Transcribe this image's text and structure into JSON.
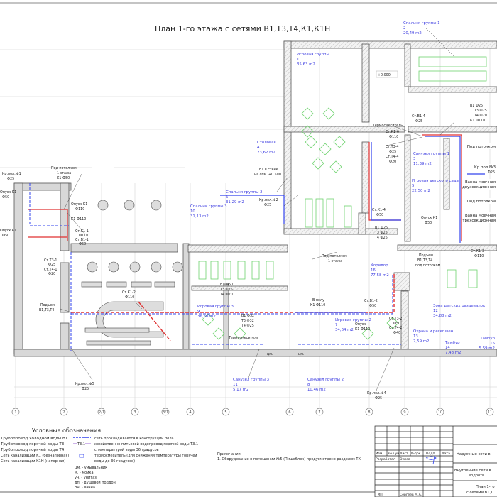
{
  "drawing": {
    "title": "План 1-го этажа с сетями В1,Т3,Т4,К1,К1Н",
    "level_mark": "+0.000"
  },
  "rooms": [
    {
      "name": "Игровая группы 1",
      "number": "1",
      "area": "35,63 m2"
    },
    {
      "name": "Спальня группы 1",
      "number": "2",
      "area": "20,49 m2"
    },
    {
      "name": "Санузел группы 1",
      "number": "3",
      "area": "11,39 m2"
    },
    {
      "name": "Столовая",
      "number": "4",
      "area": "23,62 m2"
    },
    {
      "name": "Игровая детского сада",
      "number": "5",
      "area": "22,50 m2"
    },
    {
      "name": "Спальня группы 2",
      "number": "6",
      "area": "31,29 m2"
    },
    {
      "name": "Игровая группы 2",
      "number": "7",
      "area": "34,64 m2"
    },
    {
      "name": "Санузел группы 2",
      "number": "8",
      "area": "10,46 m2"
    },
    {
      "name": "Игровая группы 3",
      "number": "9",
      "area": "36,60 m2"
    },
    {
      "name": "Спальня группы 3",
      "number": "10",
      "area": "31,13 m2"
    },
    {
      "name": "Санузел группы 3",
      "number": "11",
      "area": "5,17 m2"
    },
    {
      "name": "Зона детских раздевалок",
      "number": "12",
      "area": "34,88 m2"
    },
    {
      "name": "Охрана и ресепшен",
      "number": "13",
      "area": "7,59 m2"
    },
    {
      "name": "Тамбур",
      "number": "14",
      "area": "7,48 m2"
    },
    {
      "name": "Тамбур",
      "number": "15",
      "area": "5,59 m2"
    },
    {
      "name": "Коридор",
      "number": "16",
      "area": "77,58 m2"
    }
  ],
  "annotations": {
    "risers_top": [
      "В1 Ф25",
      "Т3 Ф25",
      "Т4 Ф20",
      "К1 Ф110"
    ],
    "st_b1_4": "Ст.В1-4",
    "st_b1_4_d": "Ф25",
    "thermomixer": "Термосмеситель",
    "st_k1_6": "Ст.К1-6",
    "st_k1_6_d": "Ф110",
    "st_t3_4": "Ст.Т3-4",
    "st_t3_4_d": "Ф25",
    "st_t4_4": "Ст.Т4-4",
    "st_t4_4_d": "Ф20",
    "under_ceiling": "Под потолком",
    "kr_pol_3": "Кр.пол.№3",
    "kr_pol_3_d": "Ф25",
    "bath_1": "Ванна моечная",
    "bath_1b": "двухсекционная",
    "bath_2": "Ванна моечная",
    "bath_2b": "трехсекционная",
    "b1_wall": "В1 в стене",
    "b1_wall_mark": "на отм. +0.500",
    "kr_pol_2": "Кр.пол.№2",
    "kr_pol_2_d": "Ф25",
    "st_k1_4": "Ст.К1-4",
    "st_k1_4_d": "Ф50",
    "risers_mid": [
      "В1 Ф25",
      "Т3 Ф25",
      "Т4 Ф25"
    ],
    "under_ceiling_1fl": "Под потолком",
    "under_ceiling_1fl_b": "1 этажа",
    "drop_k1_right": "Опуск К1",
    "drop_k1_right_d": "Ф50",
    "riser_lift_right": "Подъем",
    "riser_lift_right_b": "В1,Т3,Т4",
    "riser_lift_right_c": "под потолком",
    "st_k1_3": "Ст.К1-3",
    "st_k1_3_d": "Ф110",
    "kr_pol_1": "Кр.пол.№1",
    "kr_pol_1_d": "Ф25",
    "under_ceiling_left": "Под потолком",
    "under_ceiling_left_b": "1 этажа",
    "under_ceiling_left_c": "К1 Ф50",
    "drop_k1_a": "Опуск К1",
    "drop_k1_a_d": "Ф50",
    "drop_k1_b": "Опуск К1",
    "drop_k1_b_d": "Ф110",
    "k1_110": "К1 Ф110",
    "st_k1_1": "Ст.К1-1",
    "st_k1_1_d": "Ф110",
    "st_b1_1": "Ст.В1-1",
    "st_b1_1_d": "Ф50",
    "drop_k1_c": "Опуск К1",
    "drop_k1_c_d": "Ф50",
    "st_t3_1": "Ст.Т3-1",
    "st_t3_1_d": "Ф25",
    "st_t4_1": "Ст.Т4-1",
    "st_t4_1_d": "Ф20",
    "riser_lift_left": "Подъем",
    "riser_lift_left_b": "В1,Т3,Т4",
    "st_k1_2": "Ст.К1-2",
    "st_k1_2_d": "Ф110",
    "kr_pol_5": "Кр.пол.№5",
    "kr_pol_5_d": "Ф25",
    "risers_g3": [
      "В1 Ф50",
      "Т3 Ф25",
      "Т4 Ф20"
    ],
    "risers_g2": [
      "В1 Ф32",
      "Т3 Ф32",
      "Т4 Ф25"
    ],
    "in_floor": "В полу",
    "in_floor_b": "К1 Ф110",
    "drop_k1_g2": "Опуск",
    "drop_k1_g2_b": "К1 Ф110",
    "st_b1_2": "Ст.В1-2",
    "st_b1_2_d": "Ф50",
    "st_t3_2": "Ст.Т3-2",
    "st_t3_2_d": "Ф50",
    "st_t4_2": "Ст.Т4-2",
    "st_t4_2_d": "Ф40",
    "thermomixer_2": "Термосмеситель",
    "kr_pol_4": "Кр.пол.№4",
    "kr_pol_4_d": "Ф25",
    "sink_abbr": "цм."
  },
  "axes": [
    "1",
    "2",
    "2/1",
    "3",
    "3/1",
    "4",
    "5",
    "6",
    "7",
    "8",
    "9",
    "10",
    "11"
  ],
  "legend": {
    "heading": "Условные обозначения:",
    "left_items": [
      "Трубопровод холодной воды В1",
      "Трубопровод горячей воды Т3",
      "Трубопровод горячей воды Т4",
      "Сеть канализации К1 (безнапорная)",
      "Сеть канализации К1Н (напорная)"
    ],
    "right_items": [
      "сеть прокладывается в конструкции пола",
      "хозяйственно-питьевой водопровод горячей воды Т3.1",
      "с температурой воды 36 градусов",
      "термосмеситель (для снижения температуры горячей",
      "воды до 36 градусов)"
    ],
    "t31_tag": "Т3.1",
    "abbreviations": [
      "цм. - умывальник",
      "м. - мойка",
      "ун. - унитаз",
      "дп. - душевой поддон",
      "Вн. - ванна"
    ]
  },
  "notes": {
    "heading": "Примечания:",
    "items": [
      "1. Оборудование в помещении №5 (Пищеблок) предусмотрено разделом ТХ."
    ]
  },
  "title_block": {
    "headers": [
      "Изм.",
      "Кол.уч",
      "Лист",
      "№док.",
      "Подп.",
      "Дата"
    ],
    "developed_label": "Разработал",
    "developer": "Осиев",
    "gip_label": "ГИП",
    "gip_name": "Сергеев М.А.",
    "project_title": "Наружные сети в",
    "section_title": "Внутренние сети в",
    "section_title_b": "водоотв",
    "sheet_title": "План 1-го",
    "sheet_title_b": "с сетями В1,Т"
  },
  "colors": {
    "cold_water": "#3344ee",
    "hot_water": "#e03030",
    "furniture": "#6fd36f",
    "room_labels": "#3a3ae0"
  }
}
